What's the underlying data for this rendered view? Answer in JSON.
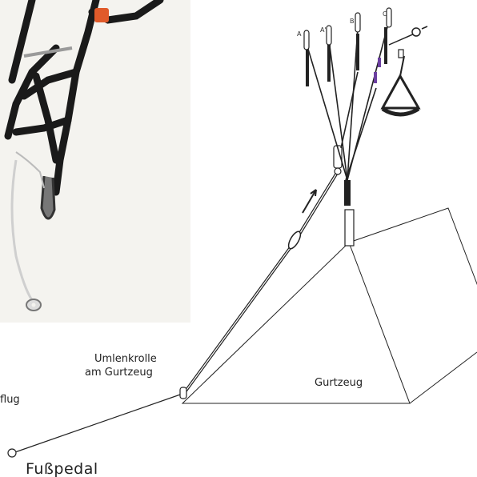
{
  "labels": {
    "umlenkrolle_line1": "Umlenkrolle",
    "umlenkrolle_line2": "am Gurtzeug",
    "gurtzeug": "Gurtzeug",
    "fusspedal": "Fußpedal",
    "cut_flug": "flug"
  },
  "riser_labels": [
    "A",
    "A'",
    "B",
    "C"
  ],
  "colors": {
    "line": "#222222",
    "photo_background": "#f4f3ef",
    "strap": "#1a1a1a",
    "accent_orange": "#e05a2a",
    "accent_purple": "#6b3fa0"
  }
}
